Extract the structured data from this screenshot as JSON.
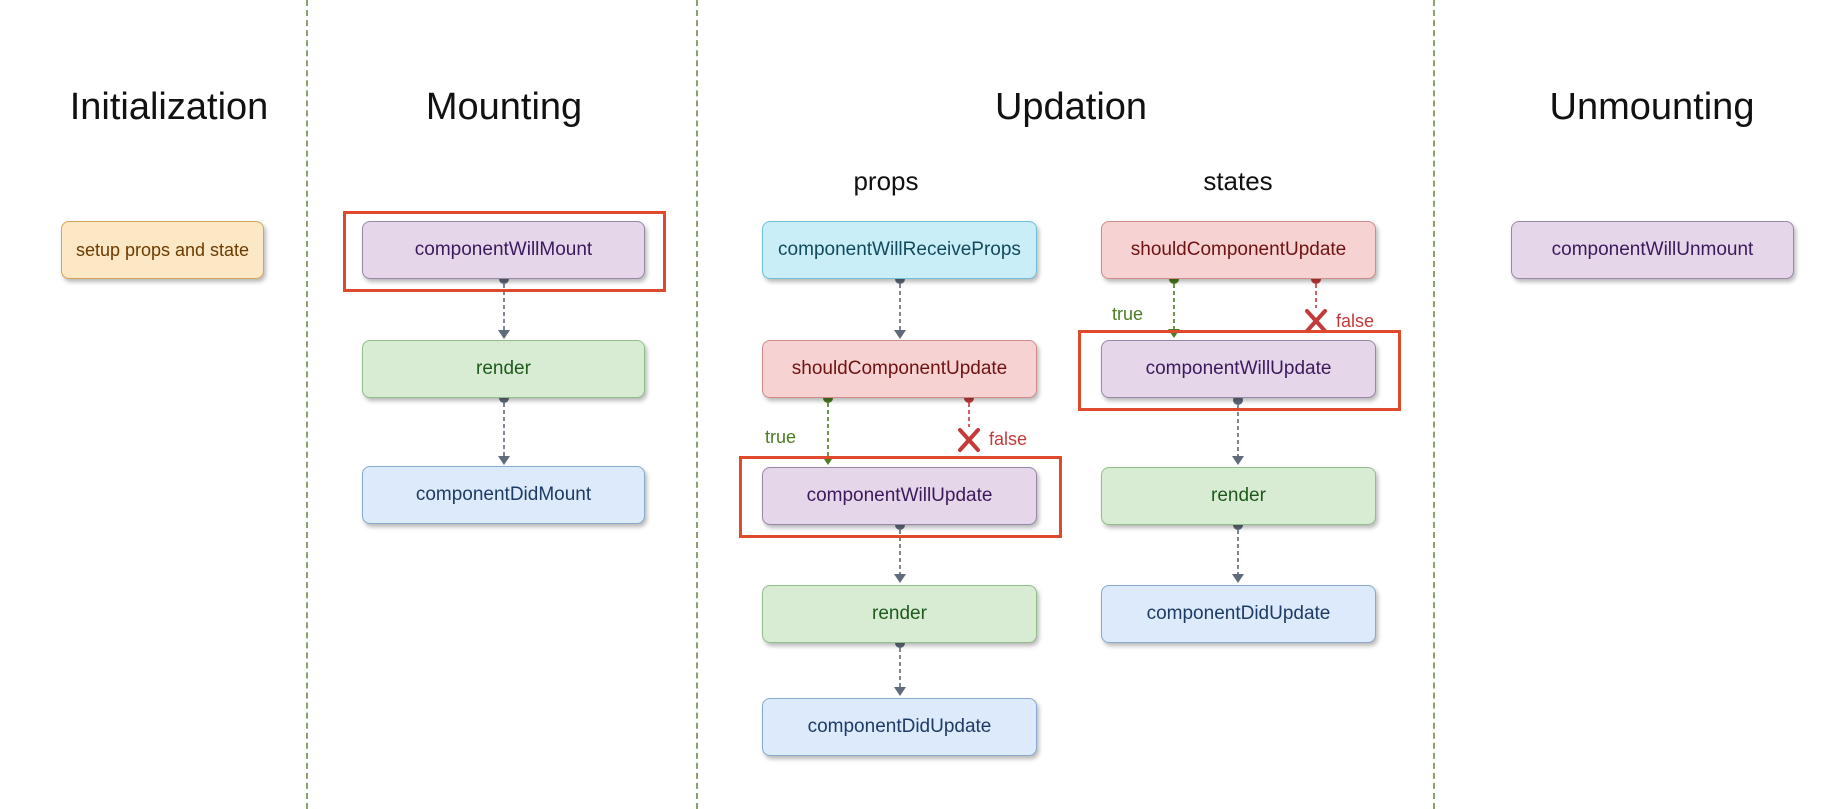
{
  "phases": {
    "initialization": "Initialization",
    "mounting": "Mounting",
    "updation": "Updation",
    "unmounting": "Unmounting"
  },
  "updation": {
    "props_label": "props",
    "states_label": "states"
  },
  "nodes": {
    "setup_props_and_state": "setup props and state",
    "mount_will_mount": "componentWillMount",
    "mount_render": "render",
    "mount_did_mount": "componentDidMount",
    "props_will_receive_props": "componentWillReceiveProps",
    "props_should_update": "shouldComponentUpdate",
    "props_will_update": "componentWillUpdate",
    "props_render": "render",
    "props_did_update": "componentDidUpdate",
    "states_should_update": "shouldComponentUpdate",
    "states_will_update": "componentWillUpdate",
    "states_render": "render",
    "states_did_update": "componentDidUpdate",
    "will_unmount": "componentWillUnmount"
  },
  "edge_labels": {
    "props_true": "true",
    "props_false": "false",
    "states_true": "true",
    "states_false": "false"
  },
  "colors": {
    "divider": "#8aa36a",
    "highlight": "#e04a2c",
    "edge": "#5f6b7a",
    "true_edge": "#4a7d20",
    "false_edge": "#c43a3a"
  }
}
